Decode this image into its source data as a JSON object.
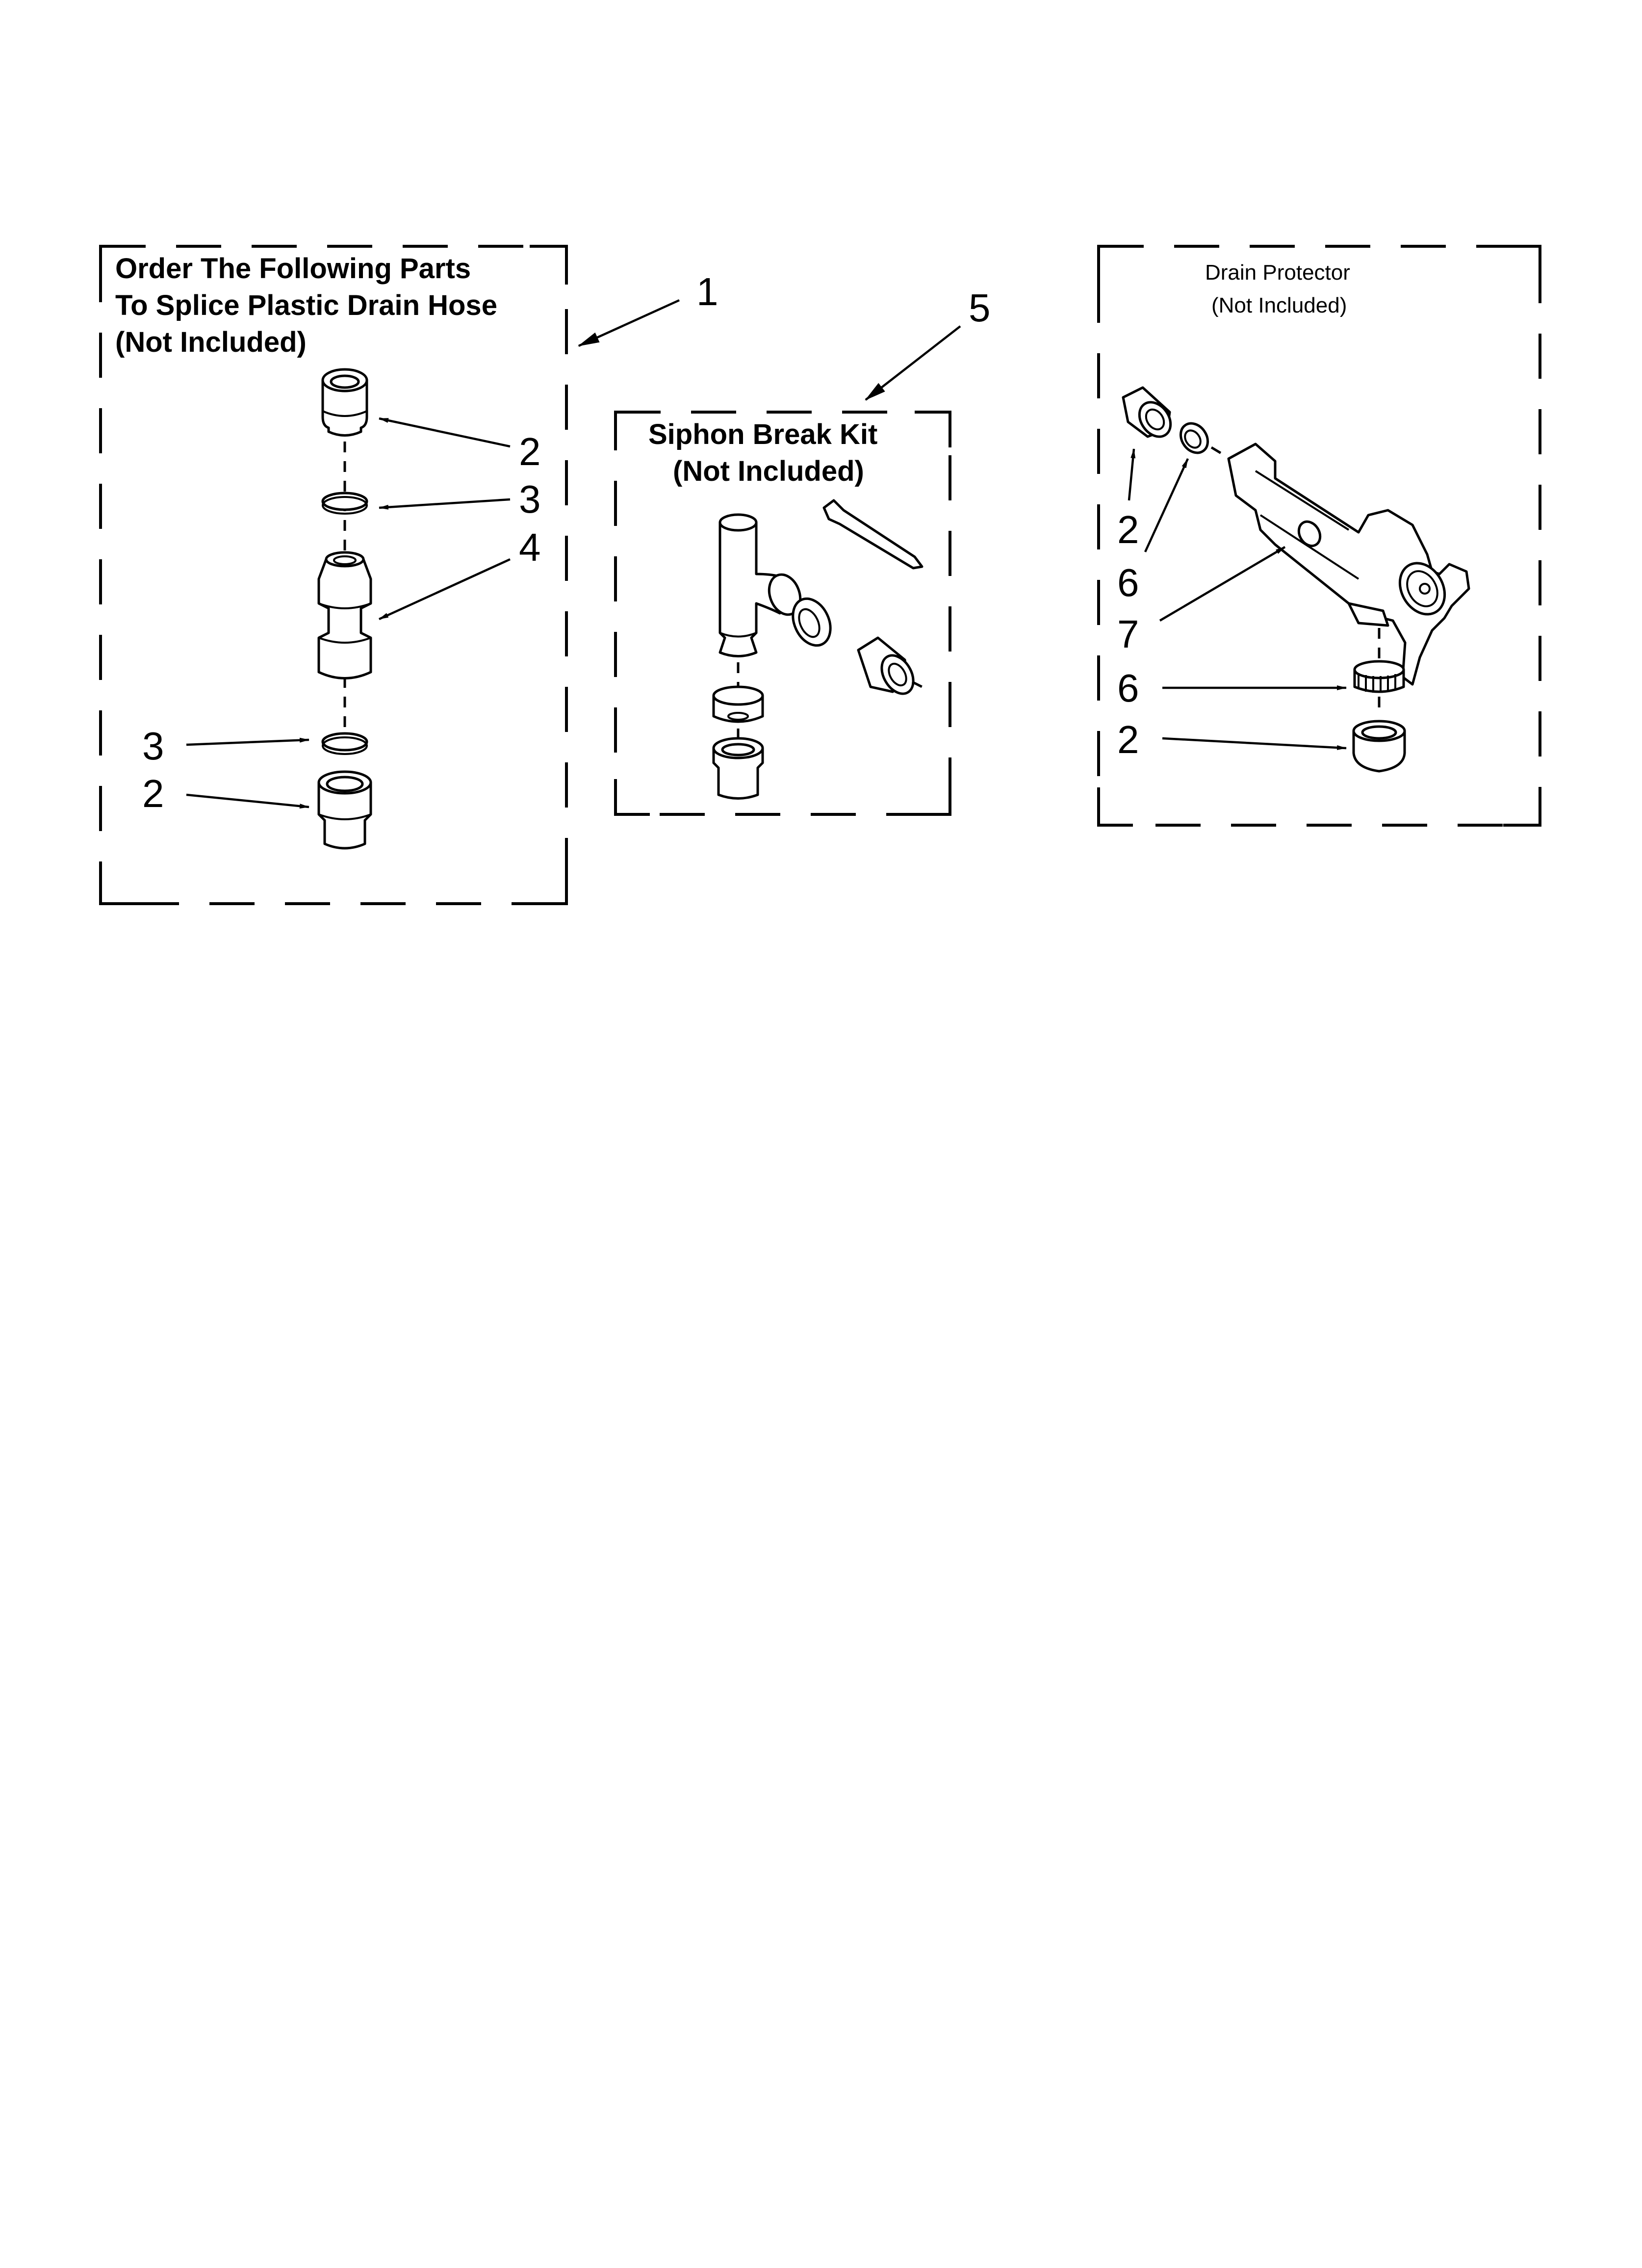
{
  "panels": {
    "splice": {
      "title_lines": [
        "Order The Following Parts",
        "To Splice Plastic Drain Hose",
        "(Not Included)"
      ],
      "callout": "1",
      "parts": [
        "2",
        "3",
        "4",
        "3",
        "2"
      ]
    },
    "siphon": {
      "title_lines": [
        "Siphon Break Kit",
        "(Not Included)"
      ],
      "callout": "5"
    },
    "drain": {
      "title_lines": [
        "Drain Protector",
        "(Not Included)"
      ],
      "parts": [
        "2",
        "6",
        "7",
        "6",
        "2"
      ]
    }
  }
}
